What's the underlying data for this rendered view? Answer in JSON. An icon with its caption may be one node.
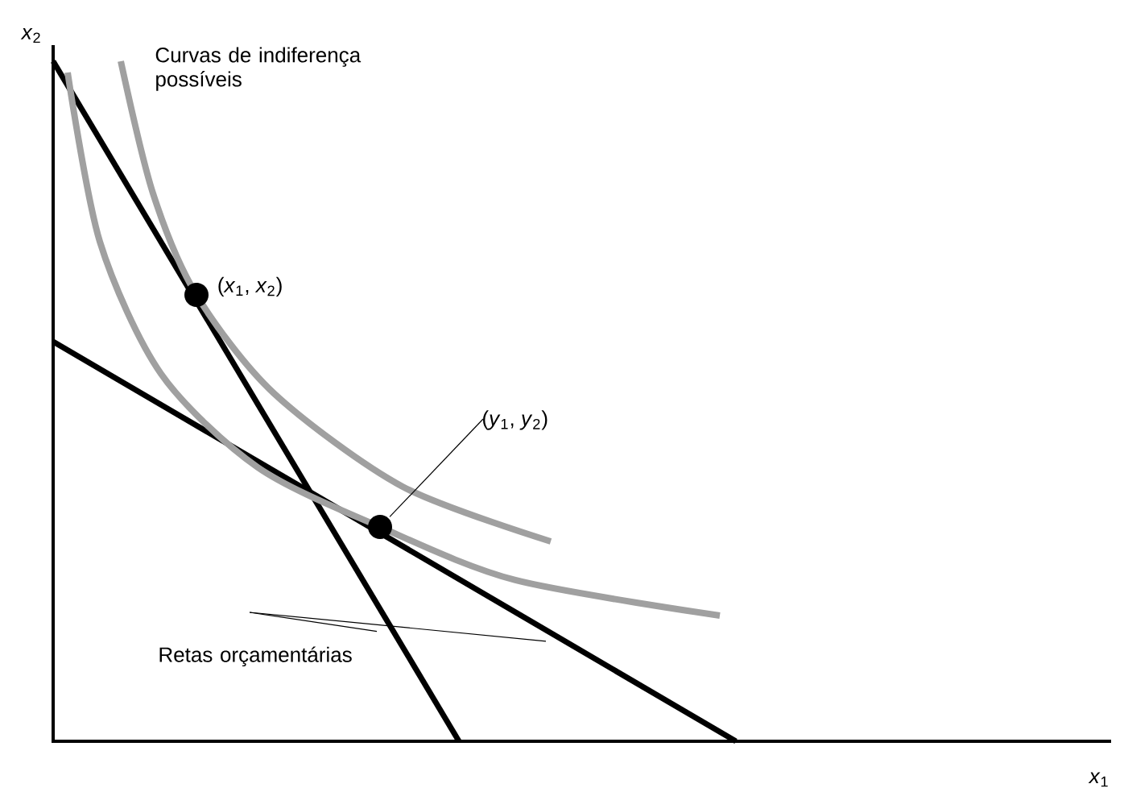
{
  "diagram": {
    "nodes": [
      {
        "text": [],
        "shape": "circle",
        "beside": [
          "(*x*$_{1}$, *x*$_{2}$)"
        ]
      },
      {
        "text": [
          "(*y*$_{1}$, *y*$_{2}$)"
        ]
      },
      {
        "text": [],
        "shape": "circle"
      },
      {
        "text": [
          "Retas orçamentárias"
        ]
      }
    ],
    "edges": [
      {
        "from": 1,
        "to": 2,
        "arrow": "none"
      },
      {
        "from": 3,
        "to": null,
        "arrow": "none"
      },
      {
        "from": 3,
        "to": null,
        "arrow": "none"
      }
    ],
    "labels": [
      "*x*$_{2}$",
      "*x*$_{1}$",
      "Curvas de indiferença possíveis"
    ]
  }
}
